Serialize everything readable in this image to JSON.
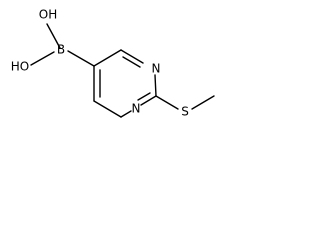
{
  "molecule": {
    "atoms": {
      "oh_top": "OH",
      "oh_bottom": "HO",
      "boron": "B",
      "n_top": "N",
      "n_bottom": "N",
      "sulfur": "S"
    }
  }
}
